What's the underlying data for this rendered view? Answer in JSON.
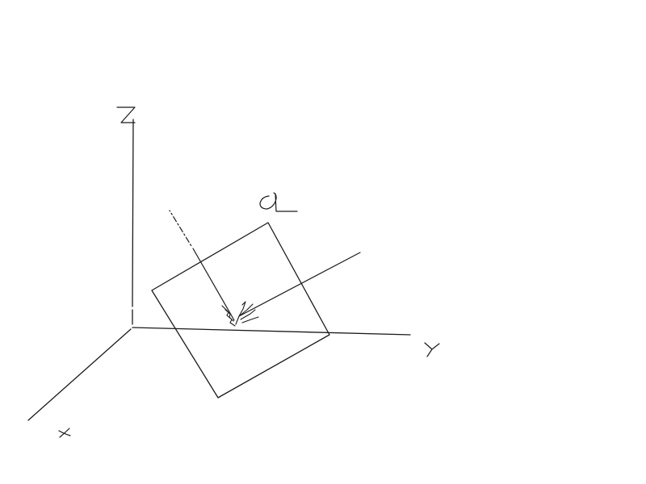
{
  "diagram": {
    "axes": [
      {
        "id": "z",
        "label": "Z"
      },
      {
        "id": "y",
        "label": "Y"
      },
      {
        "id": "x",
        "label": "x"
      }
    ],
    "plane_label": "α",
    "colors": {
      "stroke": "#1a1a1a",
      "background": "#ffffff"
    }
  }
}
